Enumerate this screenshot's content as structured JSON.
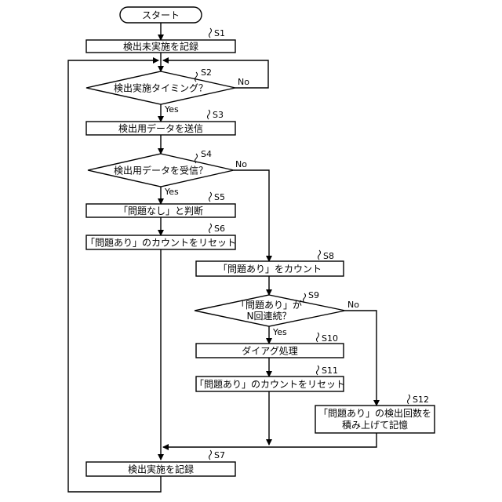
{
  "diagram": {
    "start": "スタート",
    "s1": {
      "step": "S1",
      "text": "検出未実施を記録"
    },
    "s2": {
      "step": "S2",
      "text": "検出実施タイミング？"
    },
    "s3": {
      "step": "S3",
      "text": "検出用データを送信"
    },
    "s4": {
      "step": "S4",
      "text": "検出用データを受信？"
    },
    "s5": {
      "step": "S5",
      "text": "「問題なし」と判断"
    },
    "s6": {
      "step": "S6",
      "text": "「問題あり」のカウントをリセット"
    },
    "s7": {
      "step": "S7",
      "text": "検出実施を記録"
    },
    "s8": {
      "step": "S8",
      "text": "「問題あり」をカウント"
    },
    "s9": {
      "step": "S9",
      "text_line1": "「問題あり」が",
      "text_line2": "N回連続？"
    },
    "s10": {
      "step": "S10",
      "text": "ダイアグ処理"
    },
    "s11": {
      "step": "S11",
      "text": "「問題あり」のカウントをリセット"
    },
    "s12": {
      "step": "S12",
      "text_line1": "「問題あり」の検出回数を",
      "text_line2": "積み上げて記憶"
    },
    "yes": "Yes",
    "no": "No"
  }
}
